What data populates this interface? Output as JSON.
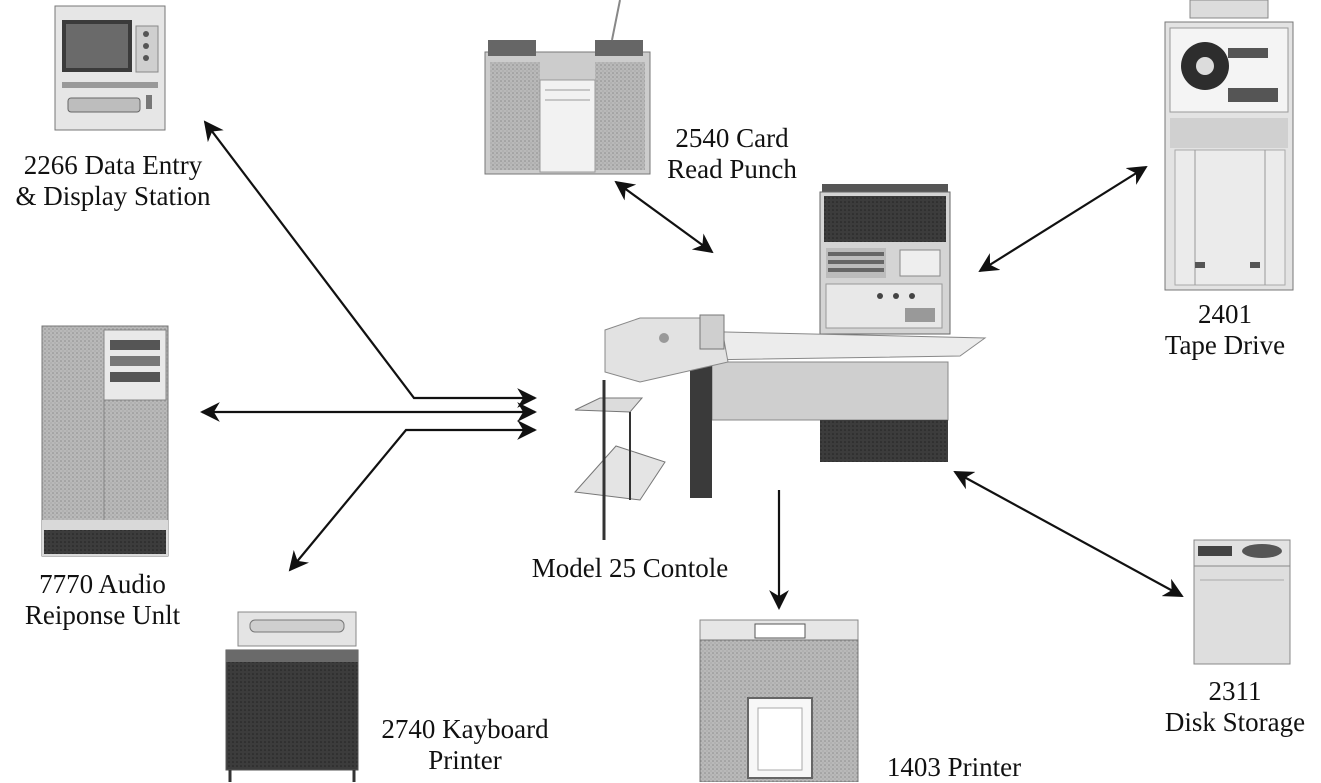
{
  "labels": {
    "display_station": [
      "2266 Data Entry",
      "& Display Station"
    ],
    "card_read_punch": [
      "2540 Card",
      "Read Punch"
    ],
    "tape_drive": [
      "2401",
      "Tape Drive"
    ],
    "audio_response": [
      "7770 Audio",
      "Reiponse Unlt"
    ],
    "console": [
      "Model 25 Contole"
    ],
    "disk_storage": [
      "2311",
      "Disk Storage"
    ],
    "keyboard_printer": [
      "2740 Kayboard",
      "Printer"
    ],
    "printer": [
      "1403 Printer"
    ]
  },
  "colors": {
    "ink": "#111111",
    "cabinet_light": "#d7d7d7",
    "cabinet_mid": "#a9a9a9",
    "cabinet_dark": "#3a3a3a",
    "panel": "#eeeeee"
  }
}
